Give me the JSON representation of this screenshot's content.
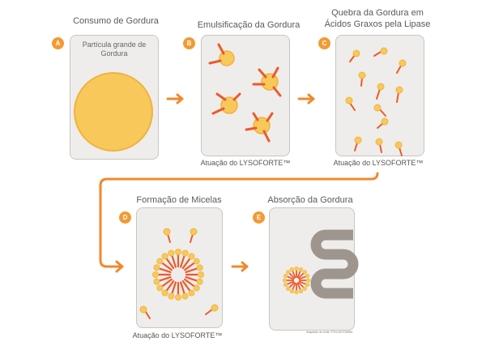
{
  "steps": [
    {
      "letter": "A",
      "title": "Consumo de Gordura",
      "inner": "Partícula grande de Gordura"
    },
    {
      "letter": "B",
      "title": "Emulsificação da Gordura",
      "caption": "Atuação do LYSOFORTE™"
    },
    {
      "letter": "C",
      "title_line1": "Quebra da Gordura em",
      "title_line2": "Ácidos Graxos pela Lipase",
      "caption": "Atuação do LYSOFORTE™"
    },
    {
      "letter": "D",
      "title": "Formação de Micelas",
      "caption": "Atuação do LYSOFORTE™"
    },
    {
      "letter": "E",
      "title": "Absorção da Gordura",
      "credit": "Adaptado de fonte: PCN-NUTOMIDE"
    }
  ],
  "colors": {
    "orange": "#f0892d",
    "fat": "#f8c85a",
    "fatStroke": "#eeb340",
    "red": "#ec5a2a",
    "villi": "#9e968e",
    "panel": "#efedeb"
  },
  "icons": [
    "arrow-right-icon",
    "fat-globule-icon",
    "fatty-acid-icon",
    "micelle-icon",
    "villi-icon"
  ]
}
